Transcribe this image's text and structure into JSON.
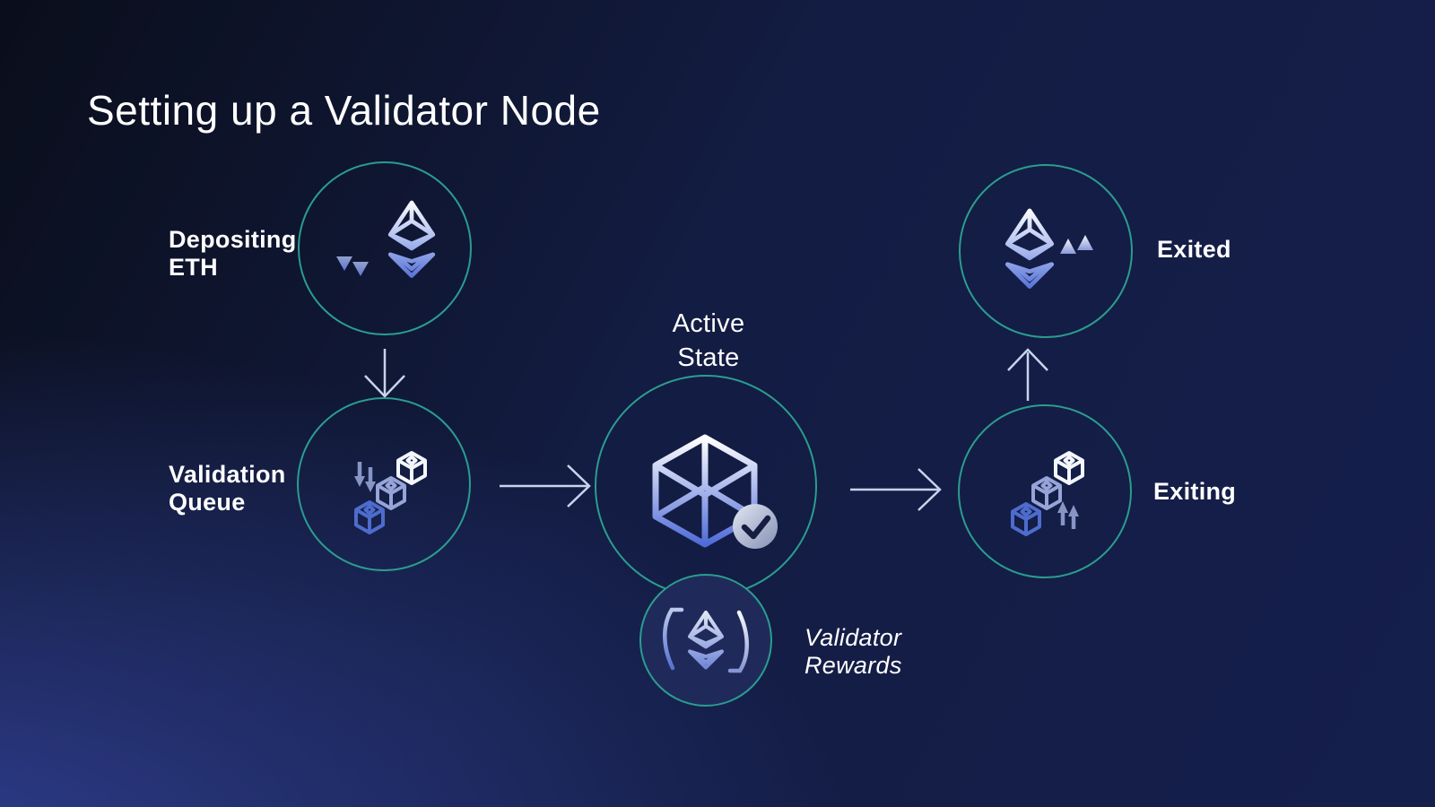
{
  "title": "Setting up a Validator Node",
  "colors": {
    "accent_teal": "#2a9d8f",
    "arrow": "#c9d3ec",
    "text": "#ffffff",
    "bg_dark": "#0a0e1b",
    "bg_navy": "#151f4c",
    "bg_blue": "#2e3d8c",
    "icon_white": "#f3f6fc",
    "icon_periwinkle": "#96a4d8",
    "icon_blue": "#4e6ccd"
  },
  "nodes": {
    "depositing": {
      "label": "Depositing\nETH",
      "icon": "eth-deposit-icon"
    },
    "validation_queue": {
      "label": "Validation\nQueue",
      "icon": "validation-queue-cubes-icon"
    },
    "active_state": {
      "label": "Active\nState",
      "icon": "active-cube-check-icon"
    },
    "validator_rewards": {
      "label": "Validator\nRewards",
      "icon": "eth-rewards-cycle-icon"
    },
    "exiting": {
      "label": "Exiting",
      "icon": "exiting-cubes-icon"
    },
    "exited": {
      "label": "Exited",
      "icon": "eth-exited-icon"
    }
  }
}
